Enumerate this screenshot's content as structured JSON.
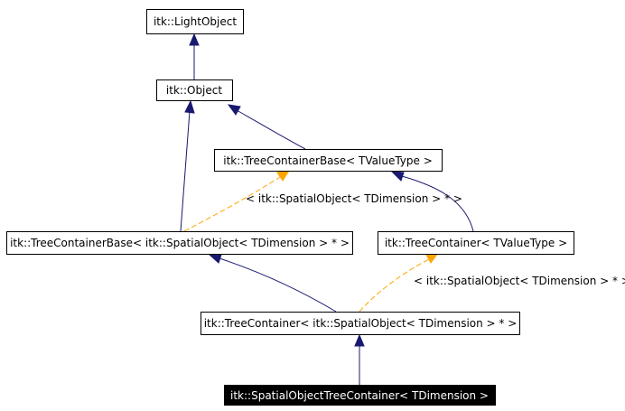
{
  "nodes": {
    "light_object": "itk::LightObject",
    "object": "itk::Object",
    "tree_container_base": "itk::TreeContainerBase< TValueType >",
    "tree_container_base_spatial": "itk::TreeContainerBase< itk::SpatialObject< TDimension > * >",
    "tree_container": "itk::TreeContainer< TValueType >",
    "tree_container_spatial": "itk::TreeContainer< itk::SpatialObject< TDimension > * >",
    "spatial_object_tree_container": "itk::SpatialObjectTreeContainer< TDimension >"
  },
  "edge_labels": {
    "base_template_arg": "< itk::SpatialObject< TDimension > * >",
    "container_template_arg": "< itk::SpatialObject< TDimension > * >"
  },
  "colors": {
    "inheritance": "#191970",
    "template_instance": "#ffa500",
    "highlight_node": "#000000"
  }
}
